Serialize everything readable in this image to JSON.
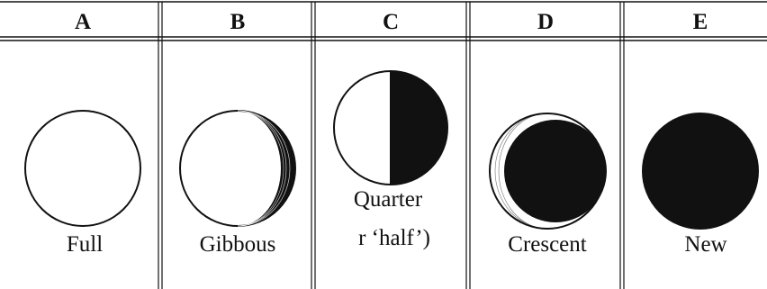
{
  "columns": [
    {
      "header": "A",
      "label": "Full"
    },
    {
      "header": "B",
      "label": "Gibbous"
    },
    {
      "header": "C",
      "label_line1": "Quarter",
      "label_line2": "r ‘half’)"
    },
    {
      "header": "D",
      "label": "Crescent"
    },
    {
      "header": "E",
      "label": "New"
    }
  ],
  "colors": {
    "ink": "#111111",
    "paper": "#ffffff"
  }
}
